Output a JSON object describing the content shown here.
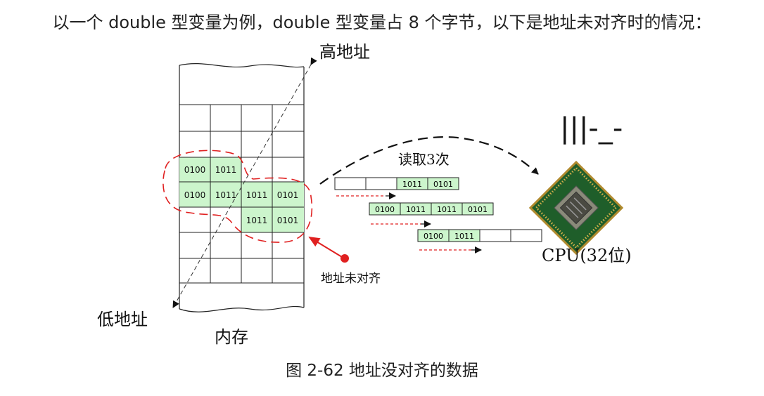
{
  "intro_text": "以一个 double 型变量为例，double 型变量占 8 个字节，以下是地址未对齐时的情况：",
  "caption": "图 2-62  地址没对齐的数据",
  "figure": {
    "label_high_address": "高地址",
    "label_low_address": "低地址",
    "label_memory": "内存",
    "label_read_count": "读取3次",
    "label_misaligned": "地址未对齐",
    "label_cpu": "CPU(32位)",
    "emoticon": "|||-_-",
    "memory_cells": {
      "row1_a": "0100",
      "row1_b": "1011",
      "row2_a": "0100",
      "row2_b": "1011",
      "row2_c": "1011",
      "row2_d": "0101",
      "row3_c": "1011",
      "row3_d": "0101"
    },
    "read1": [
      "",
      "",
      "1011",
      "0101"
    ],
    "read2": [
      "0100",
      "1011",
      "1011",
      "0101"
    ],
    "read3": [
      "0100",
      "1011",
      "",
      ""
    ],
    "colors": {
      "cell_highlight": "#ccf5cc",
      "marker_red": "#e02020",
      "grid": "#222222"
    }
  }
}
